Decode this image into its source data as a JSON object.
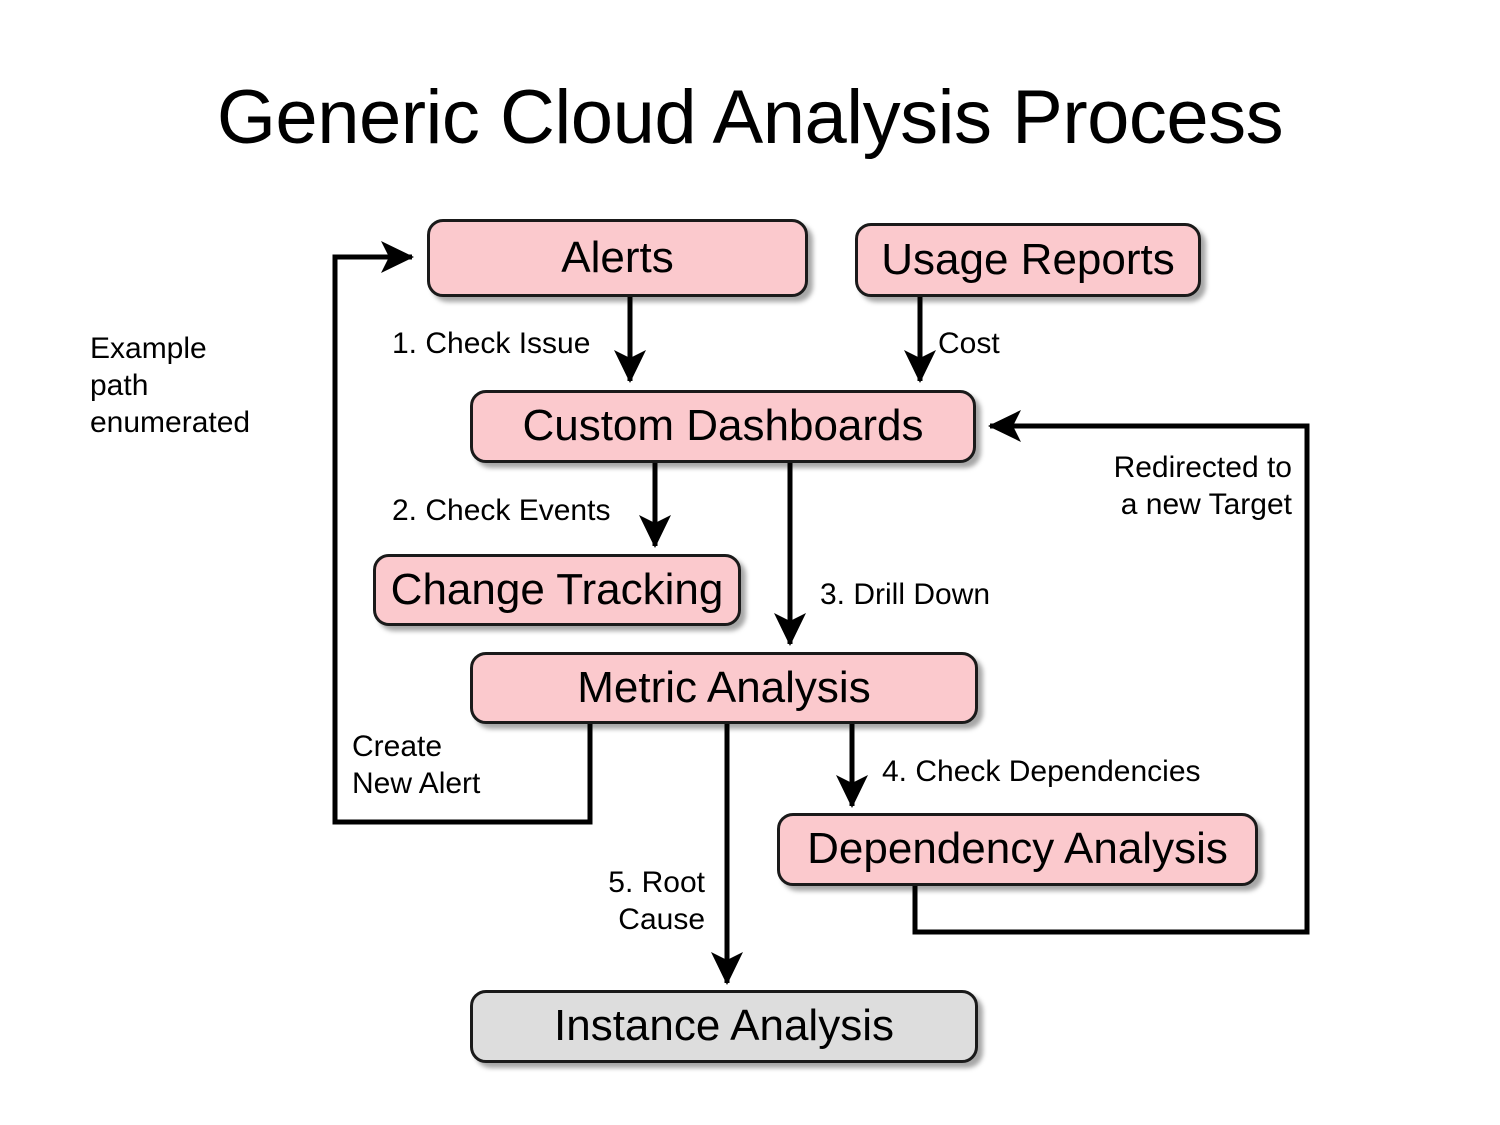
{
  "title": "Generic Cloud Analysis Process",
  "nodes": [
    {
      "id": "alerts",
      "label": "Alerts",
      "color": "pink"
    },
    {
      "id": "usage",
      "label": "Usage Reports",
      "color": "pink"
    },
    {
      "id": "dashboards",
      "label": "Custom Dashboards",
      "color": "pink"
    },
    {
      "id": "change",
      "label": "Change Tracking",
      "color": "pink"
    },
    {
      "id": "metric",
      "label": "Metric Analysis",
      "color": "pink"
    },
    {
      "id": "dependency",
      "label": "Dependency Analysis",
      "color": "pink"
    },
    {
      "id": "instance",
      "label": "Instance Analysis",
      "color": "gray"
    }
  ],
  "edge_labels": {
    "check_issue": "1. Check Issue",
    "cost": "Cost",
    "check_events": "2. Check Events",
    "drill_down": "3. Drill Down",
    "check_dependencies": "4. Check Dependencies",
    "root_cause": "5. Root\nCause",
    "create_new_alert": "Create\nNew Alert",
    "redirected": "Redirected to\na new Target",
    "example_path": "Example\npath\nenumerated"
  },
  "colors": {
    "node_fill_pink": "#fbc9cd",
    "node_fill_gray": "#dddddd",
    "node_border": "#1a1a1a",
    "edge_stroke": "#000000",
    "background": "#ffffff",
    "text": "#000000"
  },
  "flow": {
    "type": "flowchart",
    "edges": [
      {
        "from": "alerts",
        "to": "dashboards",
        "label": "1. Check Issue"
      },
      {
        "from": "usage",
        "to": "dashboards",
        "label": "Cost"
      },
      {
        "from": "dashboards",
        "to": "change",
        "label": "2. Check Events"
      },
      {
        "from": "dashboards",
        "to": "metric",
        "label": "3. Drill Down"
      },
      {
        "from": "metric",
        "to": "dependency",
        "label": "4. Check Dependencies"
      },
      {
        "from": "metric",
        "to": "instance",
        "label": "5. Root Cause"
      },
      {
        "from": "metric",
        "to": "alerts",
        "label": "Create New Alert"
      },
      {
        "from": "dependency",
        "to": "dashboards",
        "label": "Redirected to a new Target"
      }
    ]
  }
}
